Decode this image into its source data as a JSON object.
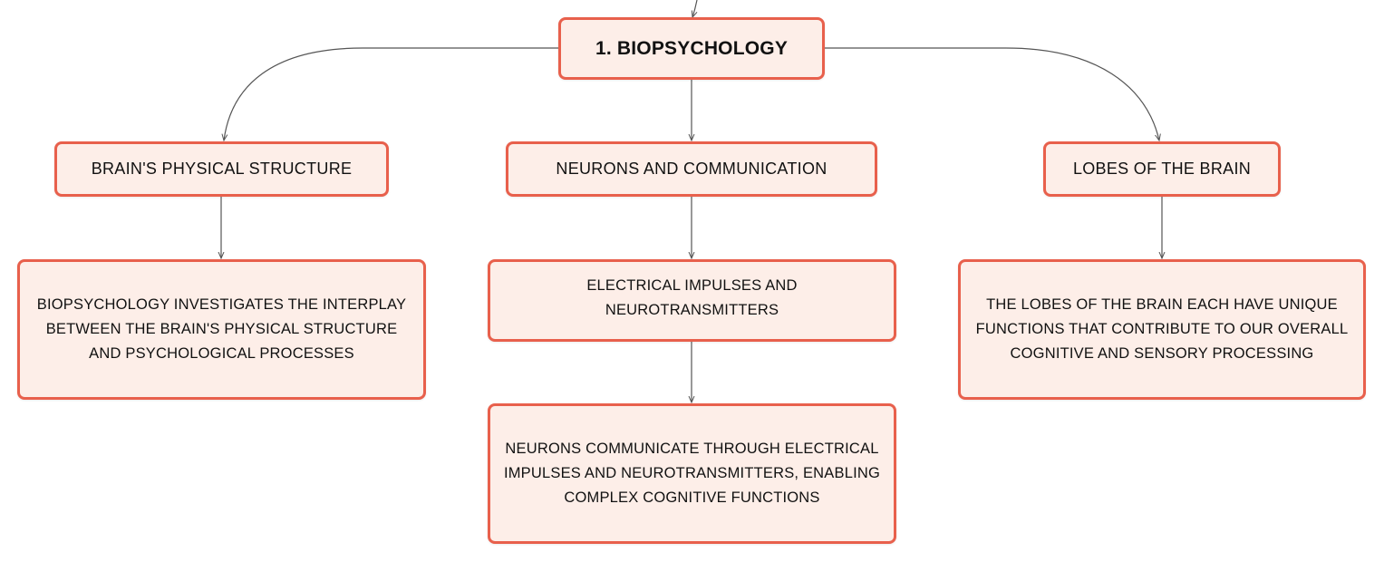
{
  "root": {
    "label": "1. BIOPSYCHOLOGY"
  },
  "topics": [
    {
      "label": "BRAIN'S PHYSICAL STRUCTURE"
    },
    {
      "label": "NEURONS AND COMMUNICATION"
    },
    {
      "label": "LOBES OF THE BRAIN"
    }
  ],
  "details": [
    {
      "text": "BIOPSYCHOLOGY INVESTIGATES THE INTERPLAY BETWEEN THE BRAIN'S PHYSICAL STRUCTURE AND PSYCHOLOGICAL PROCESSES"
    },
    {
      "text": "ELECTRICAL IMPULSES AND NEUROTRANSMITTERS"
    },
    {
      "text": "THE LOBES OF THE BRAIN EACH HAVE UNIQUE FUNCTIONS THAT CONTRIBUTE TO OUR OVERALL COGNITIVE AND SENSORY PROCESSING"
    },
    {
      "text": "NEURONS COMMUNICATE THROUGH ELECTRICAL IMPULSES AND NEUROTRANSMITTERS, ENABLING COMPLEX COGNITIVE FUNCTIONS"
    }
  ],
  "colors": {
    "node_fill": "#fdeee8",
    "node_border": "#e8604c",
    "connector": "#555555",
    "text": "#111111"
  }
}
